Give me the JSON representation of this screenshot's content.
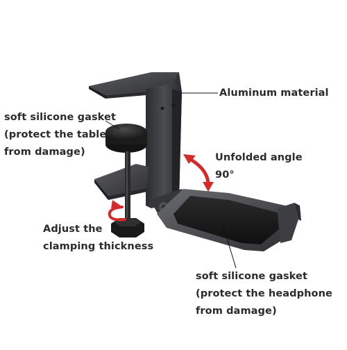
{
  "labels": {
    "aluminum": "Aluminum material",
    "gasket_table": {
      "line1": "soft silicone gasket",
      "line2": "(protect the table",
      "line3": "from damage)"
    },
    "unfolded_angle": {
      "line1": "Unfolded angle",
      "line2": "90°"
    },
    "adjust": {
      "line1": "Adjust the",
      "line2": "clamping thickness"
    },
    "gasket_headphone": {
      "line1": "soft silicone gasket",
      "line2": "(protect the headphone",
      "line3": "from damage)"
    }
  },
  "colors": {
    "background": "#ffffff",
    "metal_dark": "#3a3b3d",
    "metal_mid": "#55575a",
    "metal_light": "#7a7c80",
    "arrow_red": "#d42a2a",
    "leader_line": "#111111",
    "text": "#2b2b2b"
  },
  "icons": {
    "rotation_arrow_angle": "curved-double-arrow-icon",
    "rotation_arrow_knob": "curved-rotate-arrow-icon"
  }
}
